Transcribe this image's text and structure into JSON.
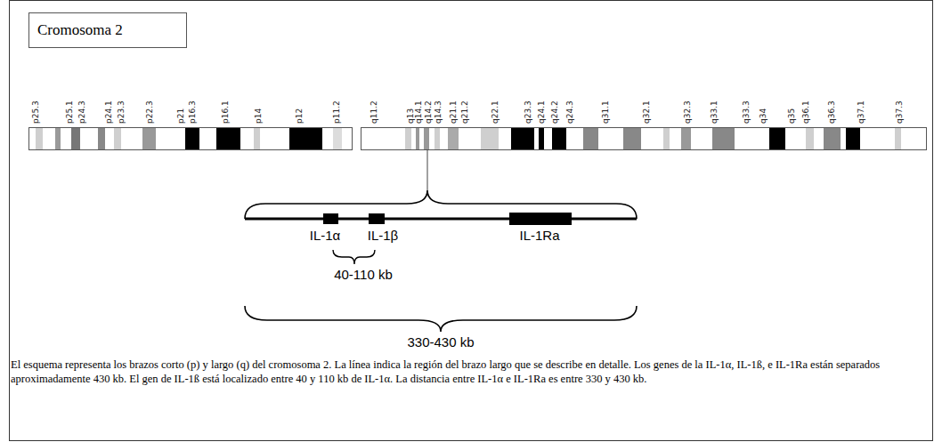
{
  "diagram": {
    "caption": "El esquema representa los brazos corto (p) y largo (q) del cromosoma 2. La línea indica la región del brazo largo que se describe en detalle. Los genes de la IL-1α, IL-1ß, e IL-1Ra están separados aproximadamente 430 kb. El gen de IL-1ß está localizado entre 40 y 110 kb de IL-1α. La distancia entre IL-1α e IL-1Ra es entre 330 y 430 kb.",
    "nodes": [
      {
        "text": [
          "Cromosoma 2"
        ]
      }
    ],
    "labels": [
      "p25.3",
      "p25.1",
      "p24.3",
      "p24.1",
      "p23.3",
      "p22.3",
      "p21",
      "p16.3",
      "p16.1",
      "p14",
      "p12",
      "p11.2",
      "q11.2",
      "q13",
      "q14.1",
      "q14.2",
      "q14.3",
      "q21.1",
      "q21.2",
      "q22.1",
      "q23.3",
      "q24.1",
      "q24.2",
      "q24.3",
      "q31.1",
      "q32.1",
      "q32.3",
      "q33.1",
      "q33.3",
      "q34",
      "q35",
      "q36.1",
      "q36.3",
      "q37.1",
      "q37.3",
      "IL-1α",
      "IL-1β",
      "IL-1Ra",
      "40-110 kb",
      "330-430 kb"
    ]
  }
}
